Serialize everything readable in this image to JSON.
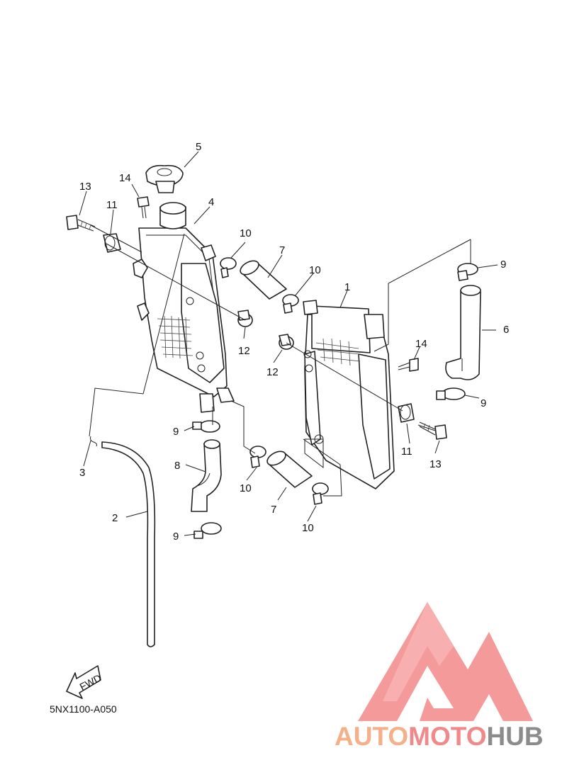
{
  "diagram": {
    "code": "5NX1100-A050",
    "fwd_label": "FWD",
    "callouts": {
      "c1": "1",
      "c2": "2",
      "c3": "3",
      "c4": "4",
      "c5": "5",
      "c6": "6",
      "c7a": "7",
      "c7b": "7",
      "c8": "8",
      "c9a": "9",
      "c9b": "9",
      "c9c": "9",
      "c9d": "9",
      "c10a": "10",
      "c10b": "10",
      "c10c": "10",
      "c10d": "10",
      "c11a": "11",
      "c11b": "11",
      "c12a": "12",
      "c12b": "12",
      "c13a": "13",
      "c13b": "13",
      "c14a": "14",
      "c14b": "14"
    }
  },
  "watermark": {
    "text_orange": "AUTO",
    "text_red": "MOTO",
    "text_gray": "HUB",
    "colors": {
      "orange": "#f5b08a",
      "red": "#f08a8a",
      "gray": "#8c8c8c"
    }
  }
}
